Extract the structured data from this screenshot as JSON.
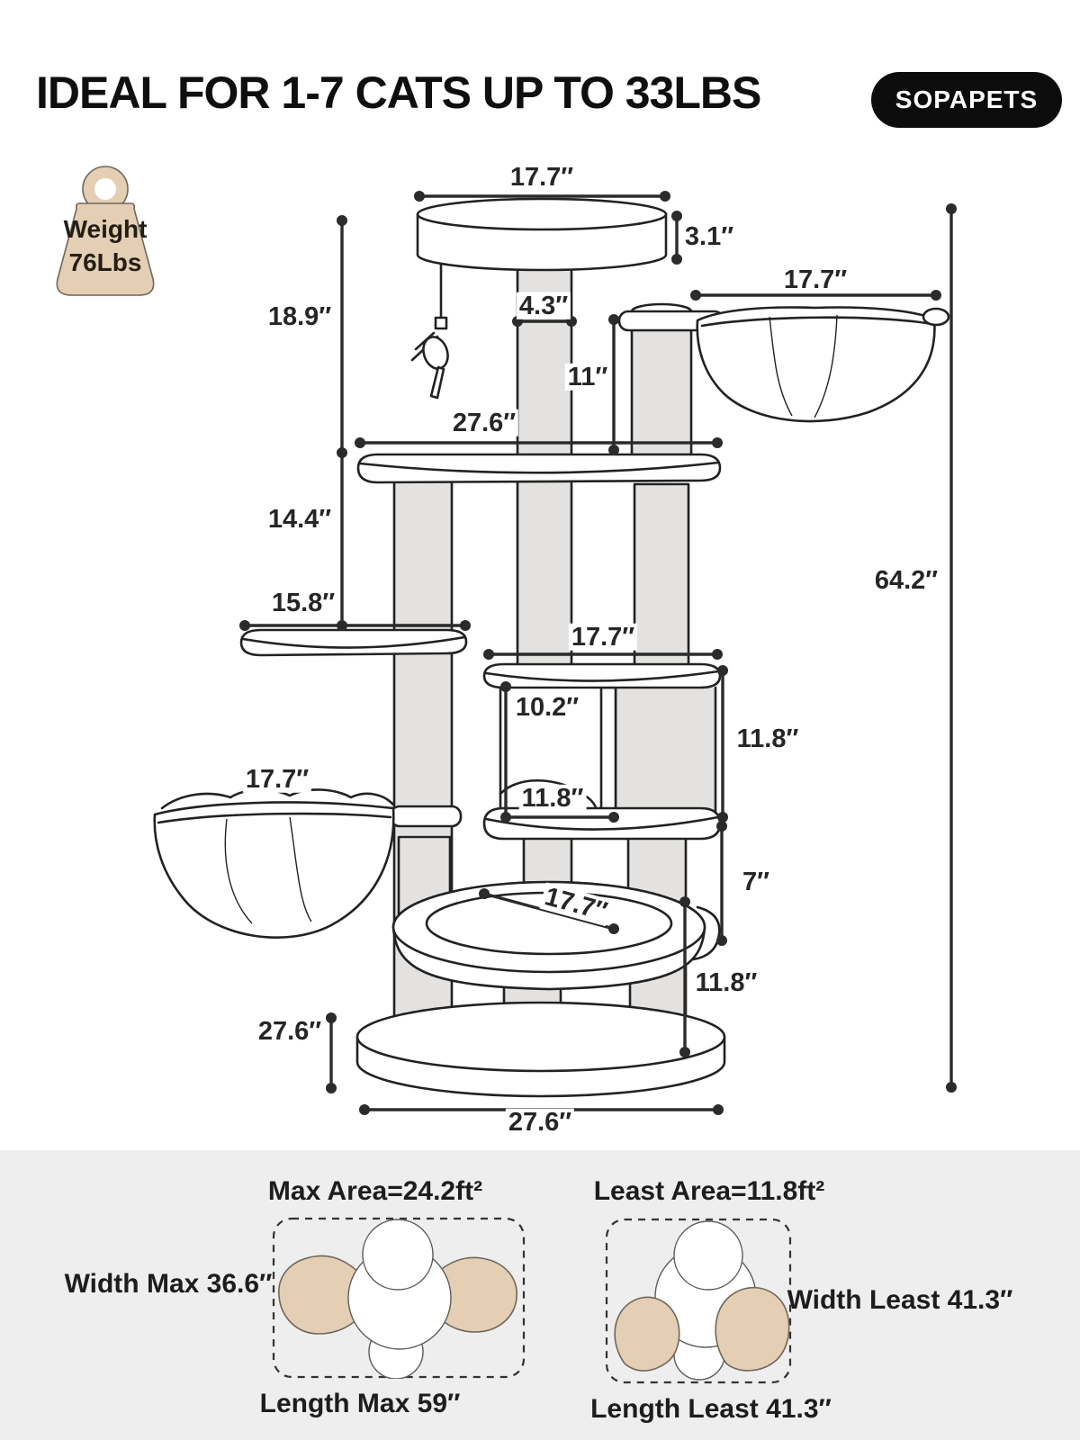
{
  "header": {
    "title": "IDEAL FOR 1-7 CATS UP TO 33LBS",
    "brand": "SOPAPETS"
  },
  "weight_badge": {
    "label": "Weight",
    "value": "76Lbs"
  },
  "dims": {
    "top_width": "17.7″",
    "top_thickness": "3.1″",
    "upper_height": "18.9″",
    "post_width": "4.3″",
    "hammock_drop": "11″",
    "top_hammock_width": "17.7″",
    "mid_platform_width": "27.6″",
    "mid_height": "14.4″",
    "small_platform_width": "15.8″",
    "condo_width": "17.7″",
    "condo_door_height": "10.2″",
    "condo_inner_width": "11.8″",
    "condo_height": "11.8″",
    "left_hammock_width": "17.7″",
    "gap_height": "7″",
    "bed_width": "17.7″",
    "lower_height": "11.8″",
    "base_depth": "27.6″",
    "base_width": "27.6″",
    "total_height": "64.2″"
  },
  "footprints": {
    "max": {
      "area": "Max Area=24.2ft²",
      "width": "Width Max 36.6″",
      "length": "Length Max 59″"
    },
    "least": {
      "area": "Least Area=11.8ft²",
      "width": "Width Least 41.3″",
      "length": "Length Least 41.3″"
    }
  },
  "colors": {
    "tan": "#e4cfb4",
    "ink": "#222222",
    "badge": "#0c0c0c",
    "band_bg": "#eeeeee"
  }
}
